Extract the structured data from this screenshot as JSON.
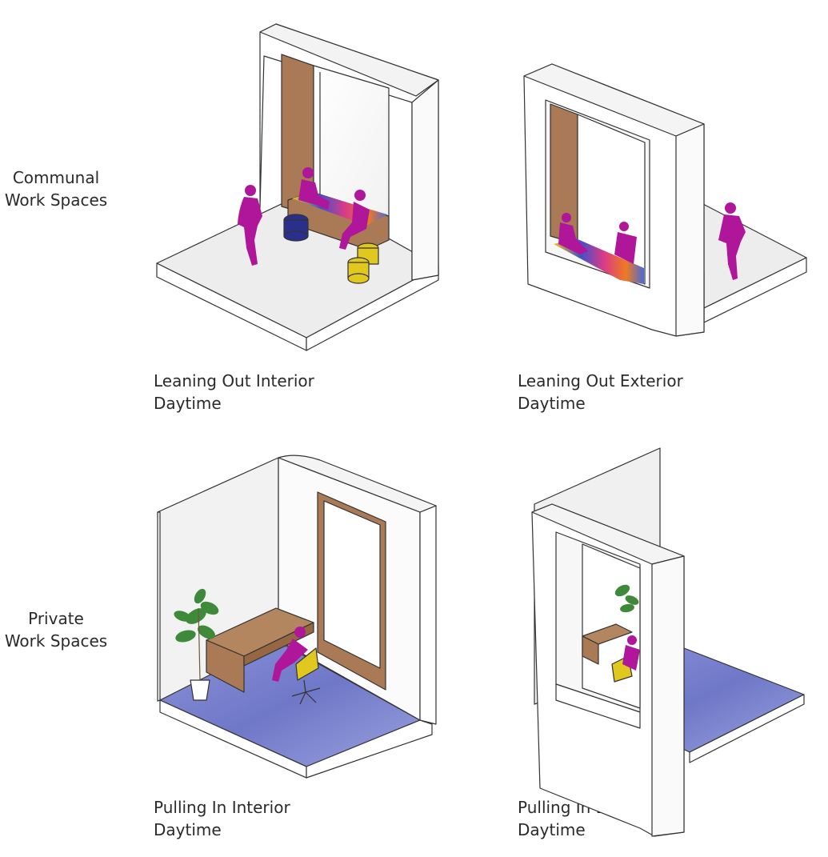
{
  "rows": [
    {
      "label_line1": "Communal",
      "label_line2": "Work Spaces"
    },
    {
      "label_line1": "Private",
      "label_line2": "Work Spaces"
    }
  ],
  "captions": [
    {
      "line1": "Leaning Out Interior",
      "line2": "Daytime"
    },
    {
      "line1": "Leaning Out Exterior",
      "line2": "Daytime"
    },
    {
      "line1": "Pulling In Interior",
      "line2": "Daytime"
    },
    {
      "line1": "Pulling In Exterior",
      "line2": "Daytime"
    }
  ],
  "colors": {
    "person": "#b0169a",
    "wood": "#a97a55",
    "floor_blue": "#7f86d0",
    "stool_yellow": "#e0c81e",
    "stool_navy": "#2a2f8c",
    "outline": "#333333"
  }
}
